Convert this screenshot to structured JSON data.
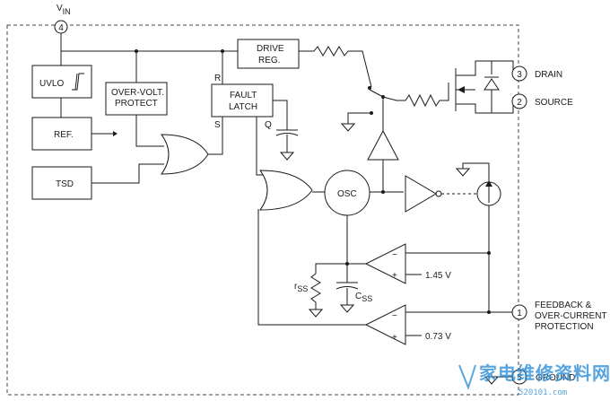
{
  "pins": {
    "vin": {
      "number": "4",
      "label_main": "V",
      "label_sub": "IN"
    },
    "drain": {
      "number": "3",
      "label": "DRAIN"
    },
    "source": {
      "number": "2",
      "label": "SOURCE"
    },
    "feedback": {
      "number": "1",
      "label_lines": [
        "FEEDBACK  &",
        "OVER-CURRENT",
        "PROTECTION"
      ]
    },
    "ground": {
      "number": "5",
      "label": "GROUND"
    }
  },
  "blocks": {
    "uvlo": "UVLO",
    "ref": "REF.",
    "tsd": "TSD",
    "overvolt": [
      "OVER-VOLT.",
      "PROTECT"
    ],
    "drive_reg": [
      "DRIVE",
      "REG."
    ],
    "fault_latch": [
      "FAULT",
      "LATCH"
    ],
    "osc": "OSC"
  },
  "latch_pins": {
    "r": "R",
    "s": "S",
    "q": "Q"
  },
  "comparators": {
    "upper_ref": "1.45  V",
    "lower_ref": "0.73  V",
    "sign_minus": "−",
    "sign_plus": "+"
  },
  "components": {
    "rss_main": "r",
    "rss_sub": "SS",
    "css_main": "C",
    "css_sub": "SS"
  },
  "watermark": {
    "text": "家电维修资料网",
    "url": "520101.com"
  }
}
